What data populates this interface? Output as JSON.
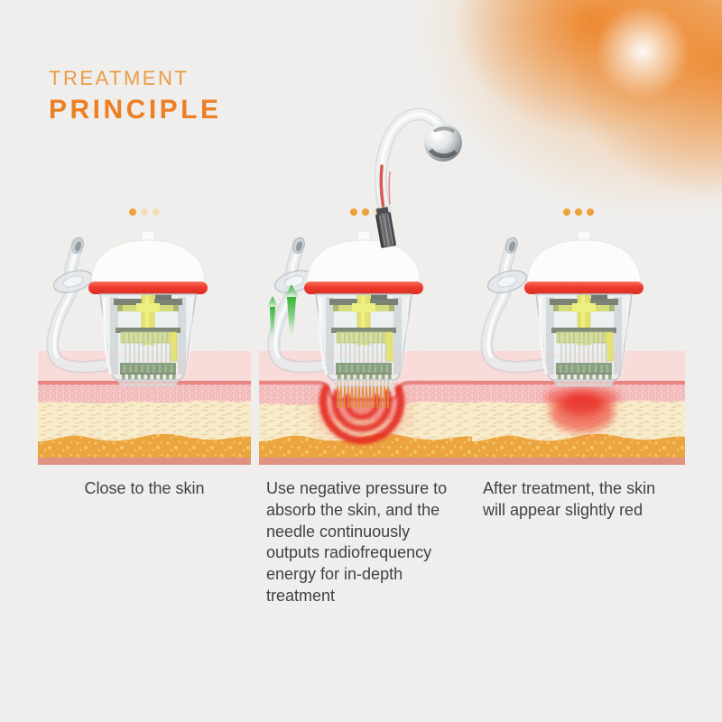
{
  "header": {
    "line1": "TREATMENT",
    "line2": "PRINCIPLE"
  },
  "panels": [
    {
      "name": "close-to-skin",
      "caption": "Close to the skin",
      "dots": [
        "dot dot--on",
        "dot dot--dim",
        "dot dot--dim"
      ]
    },
    {
      "name": "negative-pressure-treatment",
      "caption": "Use negative pressure to absorb the skin, and the needle continuously outputs radiofrequency energy for in-depth treatment",
      "dots": [
        "dot dot--on",
        "dot dot--on",
        "dot dot--dim"
      ]
    },
    {
      "name": "after-treatment",
      "caption": "After treatment, the skin will appear slightly red",
      "dots": [
        "dot dot--on",
        "dot dot--on",
        "dot dot--on"
      ]
    }
  ],
  "icons": {
    "sun-glow": "orange radial glow, top-right corner",
    "step-dots": "3-step progress dots above each panel",
    "microneedle-cartridge": "transparent RF microneedling handpiece tip with white cap and red ring",
    "vacuum-tube": "clear suction tube with flange disc",
    "power-cable": "glossy cable with chrome ball connector, middle panel",
    "suction-arrows": "green upward arrows, middle panel",
    "rf-waves": "red arcs radiating below needles, middle panel",
    "redness-glow": "red blush in skin, right panel",
    "skin-cross-section": "layered skin block: surface, epidermis, dermis, fat, base"
  },
  "colors": {
    "bg": "#F1F0EE",
    "title-light": "#EC9B43",
    "title-bold": "#ED7E20",
    "caption": "#3E3E3E",
    "dot-on": "#EFA234",
    "dot-dim": "#F2DFBB",
    "ring-red": "#EF382A",
    "glow-orange": "#EE8223",
    "skin-backdrop": "#FBDCDA",
    "skin-line": "#E98683",
    "skin-epi": "#F8CBCB",
    "epi-cell": "#EFA7A6",
    "skin-dermis": "#FAEDCB",
    "dermis-dash": "#E9D4A6",
    "skin-fat": "#EDA53C",
    "fat-dot": "#F6C767",
    "skin-base": "#DF9181",
    "rf-red": "#E6281E",
    "glow-red": "#F04437",
    "needle": "#DE8B2B",
    "arrow-green": "#2DB42D"
  }
}
